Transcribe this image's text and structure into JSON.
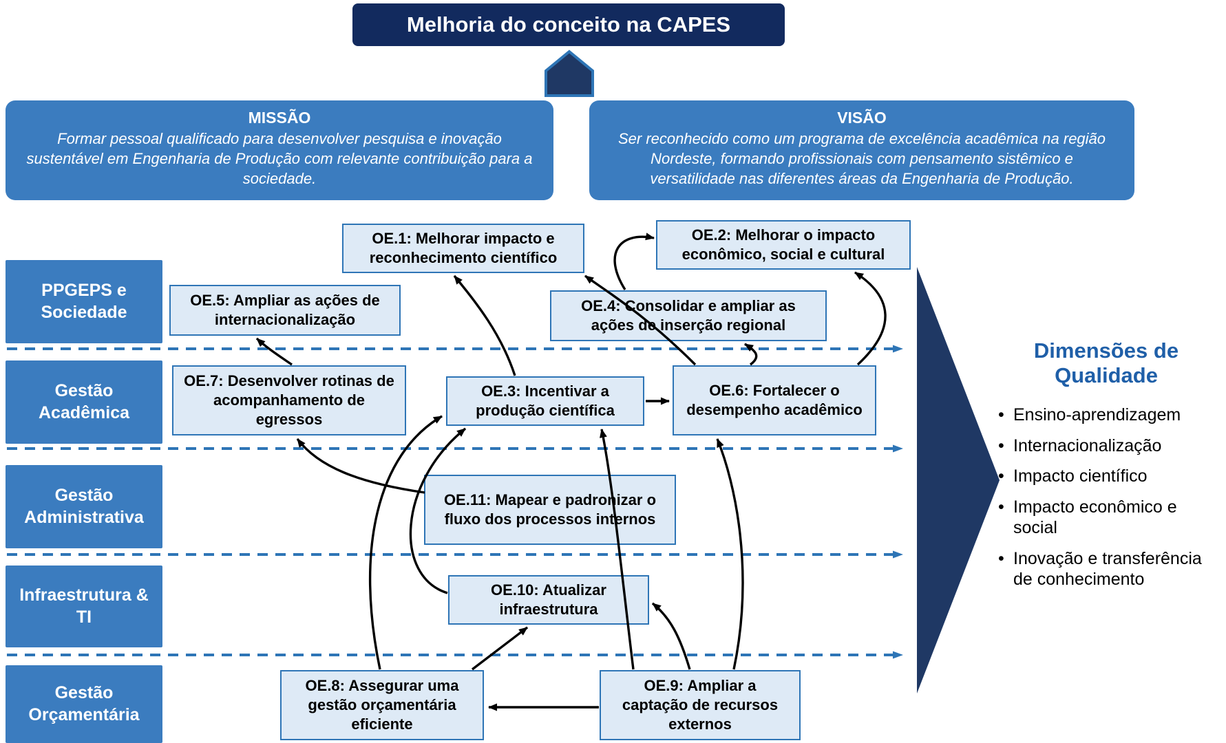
{
  "page": {
    "title": "Melhoria do conceito na CAPES"
  },
  "mission": {
    "heading": "MISSÃO",
    "text": "Formar pessoal qualificado para desenvolver pesquisa e inovação sustentável em Engenharia de Produção com relevante contribuição para a sociedade."
  },
  "vision": {
    "heading": "VISÃO",
    "text": "Ser reconhecido como um programa de excelência acadêmica na região Nordeste, formando profissionais com pensamento sistêmico e versatilidade nas diferentes áreas da Engenharia de Produção."
  },
  "perspectives": [
    {
      "label": "PPGEPS e Sociedade"
    },
    {
      "label": "Gestão Acadêmica"
    },
    {
      "label": "Gestão Administrativa"
    },
    {
      "label": "Infraestrutura & TI"
    },
    {
      "label": "Gestão Orçamentária"
    }
  ],
  "objectives": [
    {
      "id": "OE.1",
      "label": "OE.1: Melhorar impacto e reconhecimento científico"
    },
    {
      "id": "OE.2",
      "label": "OE.2: Melhorar o impacto econômico, social e cultural"
    },
    {
      "id": "OE.3",
      "label": "OE.3: Incentivar a produção científica"
    },
    {
      "id": "OE.4",
      "label": "OE.4: Consolidar e ampliar as ações de inserção regional"
    },
    {
      "id": "OE.5",
      "label": "OE.5: Ampliar as ações de internacionalização"
    },
    {
      "id": "OE.6",
      "label": "OE.6: Fortalecer o desempenho acadêmico"
    },
    {
      "id": "OE.7",
      "label": "OE.7: Desenvolver rotinas de acompanhamento de egressos"
    },
    {
      "id": "OE.8",
      "label": "OE.8: Assegurar uma gestão orçamentária eficiente"
    },
    {
      "id": "OE.9",
      "label": "OE.9: Ampliar a captação de recursos externos"
    },
    {
      "id": "OE.10",
      "label": "OE.10: Atualizar infraestrutura"
    },
    {
      "id": "OE.11",
      "label": "OE.11: Mapear e padronizar o fluxo dos processos internos"
    }
  ],
  "edges": [
    {
      "from": "OE.3",
      "to": "OE.1"
    },
    {
      "from": "OE.6",
      "to": "OE.1"
    },
    {
      "from": "OE.6",
      "to": "OE.2"
    },
    {
      "from": "OE.4",
      "to": "OE.2"
    },
    {
      "from": "OE.6",
      "to": "OE.4"
    },
    {
      "from": "OE.3",
      "to": "OE.6"
    },
    {
      "from": "OE.7",
      "to": "OE.5"
    },
    {
      "from": "OE.11",
      "to": "OE.7"
    },
    {
      "from": "OE.8",
      "to": "OE.3"
    },
    {
      "from": "OE.10",
      "to": "OE.3"
    },
    {
      "from": "OE.9",
      "to": "OE.3"
    },
    {
      "from": "OE.9",
      "to": "OE.6"
    },
    {
      "from": "OE.9",
      "to": "OE.8"
    },
    {
      "from": "OE.8",
      "to": "OE.10"
    },
    {
      "from": "OE.9",
      "to": "OE.10"
    }
  ],
  "quality": {
    "heading": "Dimensões de Qualidade",
    "items": [
      "Ensino-aprendizagem",
      "Internacionalização",
      "Impacto científico",
      "Impacto econômico e social",
      "Inovação e transferência de conhecimento"
    ]
  },
  "colors": {
    "header_navy": "#122A5E",
    "dark_navy": "#1F3864",
    "band_blue": "#3B7CBF",
    "node_fill": "#DEEAF6",
    "node_border": "#2E75B6",
    "dashed_line": "#2E75B6",
    "quality_heading": "#1F5FA8",
    "arrow_black": "#000000"
  }
}
